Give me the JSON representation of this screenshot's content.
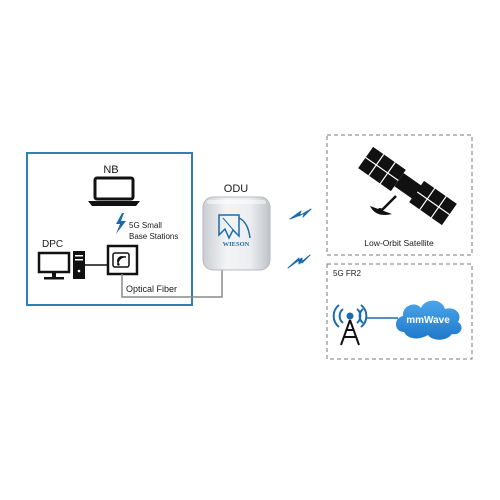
{
  "left_panel": {
    "nb_label": "NB",
    "dpc_label": "DPC",
    "small_cell_line1": "5G Small",
    "small_cell_line2": "Base Stations",
    "optical_fiber_label": "Optical Fiber"
  },
  "odu": {
    "label": "ODU",
    "brand": "WIESON"
  },
  "satellite_panel": {
    "label": "Low-Orbit Satellite"
  },
  "fr2_panel": {
    "label": "5G FR2",
    "cloud_label": "mmWave"
  },
  "colors": {
    "panel_border": "#2d7fb8",
    "dashed_border": "#7a7a7a",
    "accent_blue": "#1a6bb0",
    "cloud_blue": "#2a8ad8",
    "icon_dark": "#111111",
    "odu_body": "#e9ecef"
  },
  "icons": [
    "laptop-icon",
    "desktop-pc-icon",
    "small-cell-icon",
    "lightning-icon",
    "odu-antenna-icon",
    "wireless-link-icon",
    "satellite-icon",
    "cell-tower-icon",
    "cloud-icon"
  ]
}
